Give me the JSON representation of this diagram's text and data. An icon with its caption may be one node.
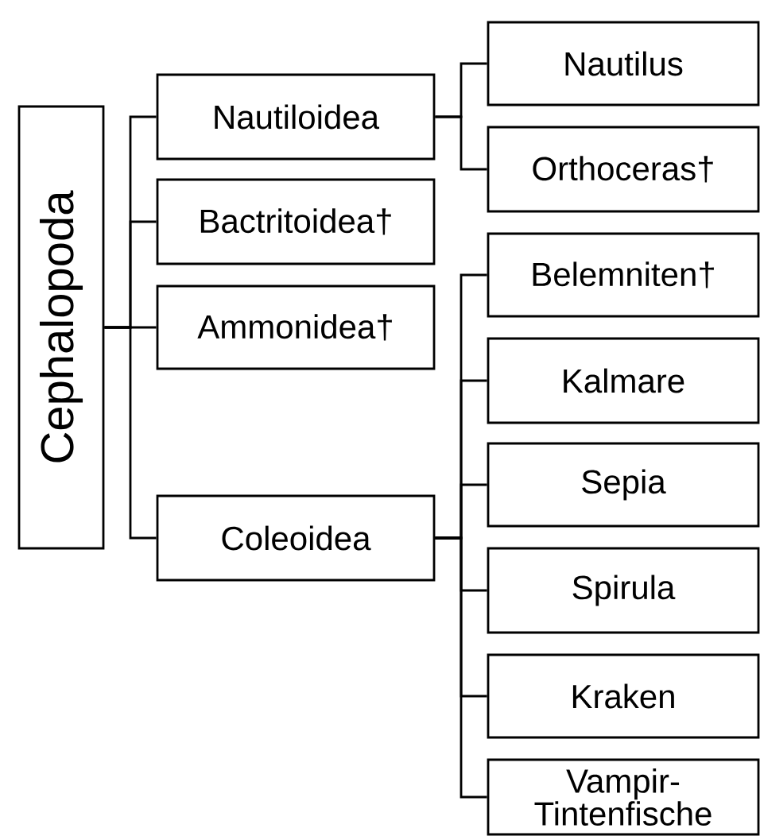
{
  "diagram": {
    "nodes": [
      {
        "text": [
          "Cephalopoda"
        ]
      },
      {
        "text": [
          "Nautiloidea"
        ]
      },
      {
        "text": [
          "Bactritoidea†"
        ]
      },
      {
        "text": [
          "Ammonidea†"
        ]
      },
      {
        "text": [
          "Coleoidea"
        ]
      },
      {
        "text": [
          "Nautilus"
        ]
      },
      {
        "text": [
          "Orthoceras†"
        ]
      },
      {
        "text": [
          "Belemniten†"
        ]
      },
      {
        "text": [
          "Kalmare"
        ]
      },
      {
        "text": [
          "Sepia"
        ]
      },
      {
        "text": [
          "Spirula"
        ]
      },
      {
        "text": [
          "Kraken"
        ]
      },
      {
        "text": [
          "Vampir- Tintenfische"
        ]
      }
    ],
    "edges": [
      {
        "from": 0,
        "to": 1,
        "arrow": "none"
      },
      {
        "from": 0,
        "to": 2,
        "arrow": "none"
      },
      {
        "from": 0,
        "to": 3,
        "arrow": "none"
      },
      {
        "from": 0,
        "to": 4,
        "arrow": "none"
      },
      {
        "from": 1,
        "to": 5,
        "arrow": "none"
      },
      {
        "from": 1,
        "to": 6,
        "arrow": "none"
      },
      {
        "from": 4,
        "to": 7,
        "arrow": "none"
      },
      {
        "from": 4,
        "to": 8,
        "arrow": "none"
      },
      {
        "from": 4,
        "to": 9,
        "arrow": "none"
      },
      {
        "from": 4,
        "to": 10,
        "arrow": "none"
      },
      {
        "from": 4,
        "to": 11,
        "arrow": "none"
      },
      {
        "from": 4,
        "to": 12,
        "arrow": "none"
      }
    ]
  }
}
